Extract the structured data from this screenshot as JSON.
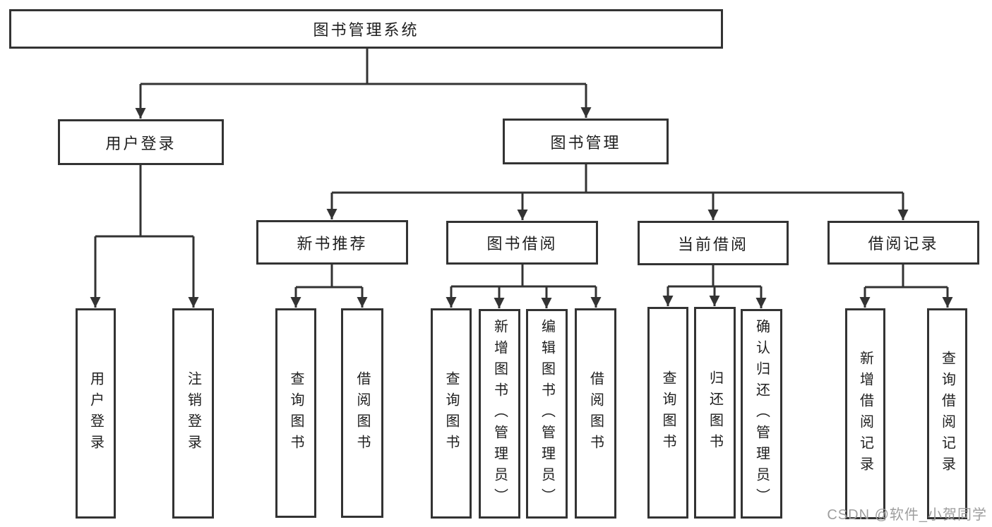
{
  "diagram": {
    "root": {
      "label": "图书管理系统"
    },
    "level2": {
      "user_login": {
        "label": "用户登录"
      },
      "book_mgmt": {
        "label": "图书管理"
      }
    },
    "level3": {
      "new_books": {
        "label": "新书推荐"
      },
      "borrowing": {
        "label": "图书借阅"
      },
      "current": {
        "label": "当前借阅"
      },
      "records": {
        "label": "借阅记录"
      }
    },
    "leaves": {
      "user_login": [
        "用户登录",
        "注销登录"
      ],
      "new_books": [
        "查询图书",
        "借阅图书"
      ],
      "borrowing": [
        "查询图书",
        "新增图书（管理员）",
        "编辑图书（管理员）",
        "借阅图书"
      ],
      "current": [
        "查询图书",
        "归还图书",
        "确认归还（管理员）"
      ],
      "records": [
        "新增借阅记录",
        "查询借阅记录"
      ]
    },
    "watermark": "CSDN @软件_小贺同学",
    "colors": {
      "line": "#333333",
      "box_border": "#333333",
      "box_fill": "#ffffff",
      "text": "#1f1f1f",
      "watermark": "#9e9e9e",
      "background": "#ffffff"
    }
  }
}
